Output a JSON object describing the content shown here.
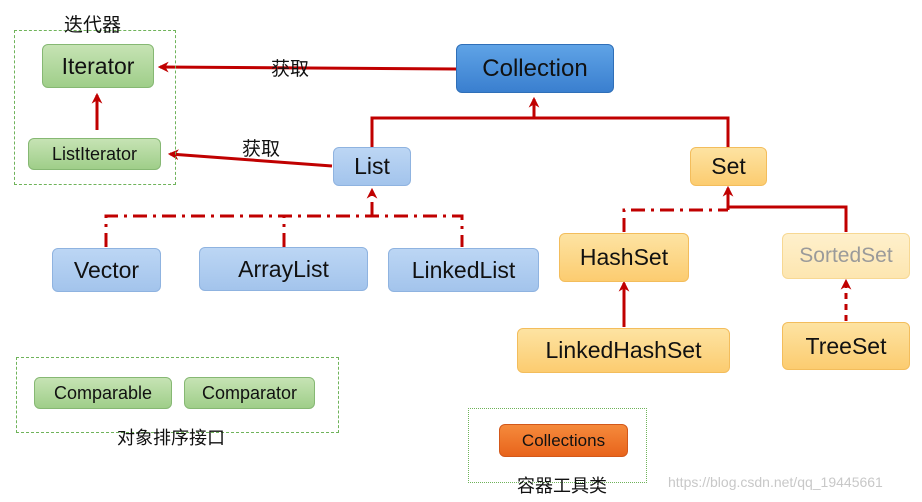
{
  "groups": {
    "iterator_group_label": "迭代器",
    "comparator_group_label": "对象排序接口",
    "tools_group_label": "容器工具类"
  },
  "edge_labels": {
    "collection_to_iterator": "获取",
    "list_to_listiterator": "获取"
  },
  "nodes": {
    "iterator": "Iterator",
    "list_iterator": "ListIterator",
    "collection": "Collection",
    "list": "List",
    "set": "Set",
    "vector": "Vector",
    "array_list": "ArrayList",
    "linked_list": "LinkedList",
    "hash_set": "HashSet",
    "sorted_set": "SortedSet",
    "linked_hash_set": "LinkedHashSet",
    "tree_set": "TreeSet",
    "comparable": "Comparable",
    "comparator": "Comparator",
    "collections": "Collections"
  },
  "watermark": "https://blog.csdn.net/qq_19445661",
  "colors": {
    "arrow": "#c00000",
    "group_border": "#6fb35a",
    "green_node": "#a9d18e",
    "blue_node_dark": "#4a90d9",
    "blue_node_light": "#b0cdf0",
    "orange_node_light": "#fdd37f",
    "orange_node_dark": "#ee7427"
  }
}
